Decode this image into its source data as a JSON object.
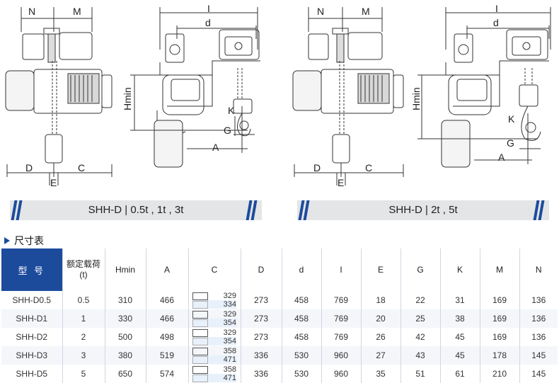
{
  "labels": {
    "N1": "N",
    "M1": "M",
    "I1": "I",
    "d1": "d",
    "Hmin1": "Hmin",
    "K1": "K",
    "G1": "G",
    "A1": "A",
    "D1": "D",
    "C1": "C",
    "E1": "E",
    "N2": "N",
    "M2": "M",
    "I2": "I",
    "d2": "d",
    "Hmin2": "Hmin",
    "K2": "K",
    "G2": "G",
    "A2": "A",
    "D2": "D",
    "C2": "C",
    "E2": "E"
  },
  "banners": {
    "left": "SHH-D | 0.5t , 1t , 3t",
    "right": "SHH-D | 2t , 5t"
  },
  "section_title": "尺寸表",
  "table": {
    "headers": {
      "model": "型 号",
      "load_line1": "额定载荷",
      "load_line2": "(t)",
      "hmin": "Hmin",
      "a": "A",
      "c": "C",
      "d": "D",
      "d_small": "d",
      "i": "I",
      "e": "E",
      "g": "G",
      "k": "K",
      "m": "M",
      "n": "N"
    },
    "rows": [
      {
        "model": "SHH-D0.5",
        "load": "0.5",
        "hmin": "310",
        "a": "466",
        "c1": "329",
        "c2": "334",
        "d": "273",
        "d_small": "458",
        "i": "769",
        "e": "18",
        "g": "22",
        "k": "31",
        "m": "169",
        "n": "136"
      },
      {
        "model": "SHH-D1",
        "load": "1",
        "hmin": "330",
        "a": "466",
        "c1": "329",
        "c2": "354",
        "d": "273",
        "d_small": "458",
        "i": "769",
        "e": "20",
        "g": "25",
        "k": "38",
        "m": "169",
        "n": "136"
      },
      {
        "model": "SHH-D2",
        "load": "2",
        "hmin": "500",
        "a": "498",
        "c1": "329",
        "c2": "354",
        "d": "273",
        "d_small": "458",
        "i": "769",
        "e": "26",
        "g": "42",
        "k": "45",
        "m": "169",
        "n": "136"
      },
      {
        "model": "SHH-D3",
        "load": "3",
        "hmin": "380",
        "a": "519",
        "c1": "358",
        "c2": "471",
        "d": "336",
        "d_small": "530",
        "i": "960",
        "e": "27",
        "g": "43",
        "k": "45",
        "m": "178",
        "n": "145"
      },
      {
        "model": "SHH-D5",
        "load": "5",
        "hmin": "650",
        "a": "574",
        "c1": "358",
        "c2": "471",
        "d": "336",
        "d_small": "530",
        "i": "960",
        "e": "35",
        "g": "51",
        "k": "61",
        "m": "210",
        "n": "145"
      }
    ]
  },
  "colors": {
    "accent": "#1d4b9c",
    "banner_bg": "#e4e5e7"
  }
}
